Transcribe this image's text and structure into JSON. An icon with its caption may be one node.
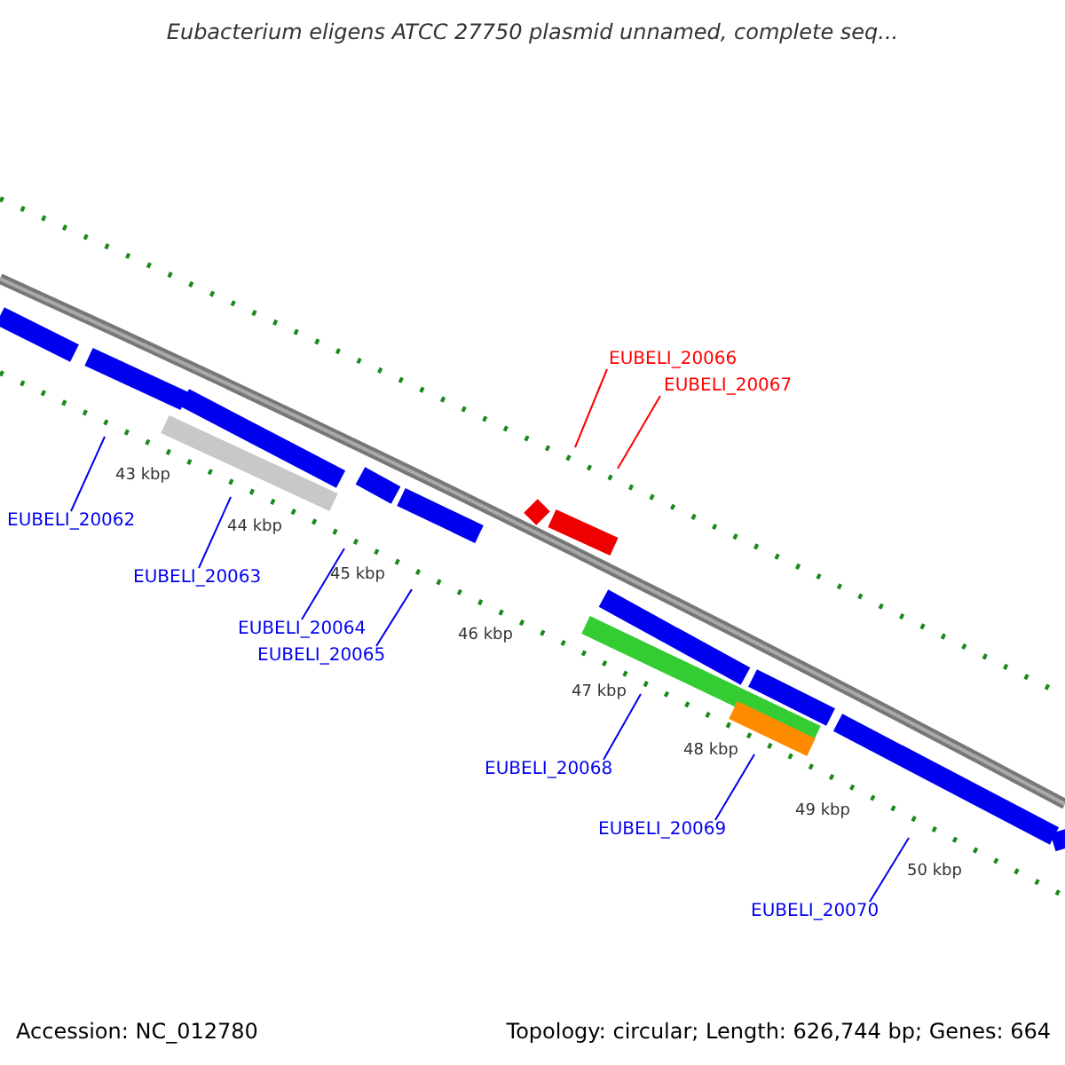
{
  "diagram": {
    "title": "Eubacterium eligens ATCC 27750 plasmid unnamed, complete seq...",
    "nodes": [
      {
        "text": [
          "EUBELI_20062"
        ]
      },
      {
        "text": [
          "EUBELI_20063"
        ]
      },
      {
        "text": [
          "EUBELI_20064"
        ]
      },
      {
        "text": [
          "EUBELI_20065"
        ]
      },
      {
        "text": [
          "EUBELI_20066"
        ]
      },
      {
        "text": [
          "EUBELI_20067"
        ]
      },
      {
        "text": [
          "EUBELI_20068"
        ]
      },
      {
        "text": [
          "EUBELI_20069"
        ]
      },
      {
        "text": [
          "EUBELI_20070"
        ]
      }
    ],
    "edges": [
      {
        "from": 0,
        "to": null,
        "arrow": "none"
      },
      {
        "from": 1,
        "to": null,
        "arrow": "none"
      },
      {
        "from": 2,
        "to": null,
        "arrow": "none"
      },
      {
        "from": 3,
        "to": null,
        "arrow": "none"
      },
      {
        "from": 4,
        "to": null,
        "arrow": "none",
        "color": "#ff0000"
      },
      {
        "from": 5,
        "to": null,
        "arrow": "none",
        "color": "#ff0000"
      },
      {
        "from": 6,
        "to": null,
        "arrow": "none"
      },
      {
        "from": 7,
        "to": null,
        "arrow": "none"
      },
      {
        "from": 8,
        "to": null,
        "arrow": "none"
      }
    ],
    "labels": [
      "43 kbp",
      "44 kbp",
      "45 kbp",
      "46 kbp",
      "47 kbp",
      "48 kbp",
      "49 kbp",
      "50 kbp",
      "Accession: NC_012780",
      "Topology: circular; Length: 626,744 bp; Genes: 664"
    ]
  }
}
